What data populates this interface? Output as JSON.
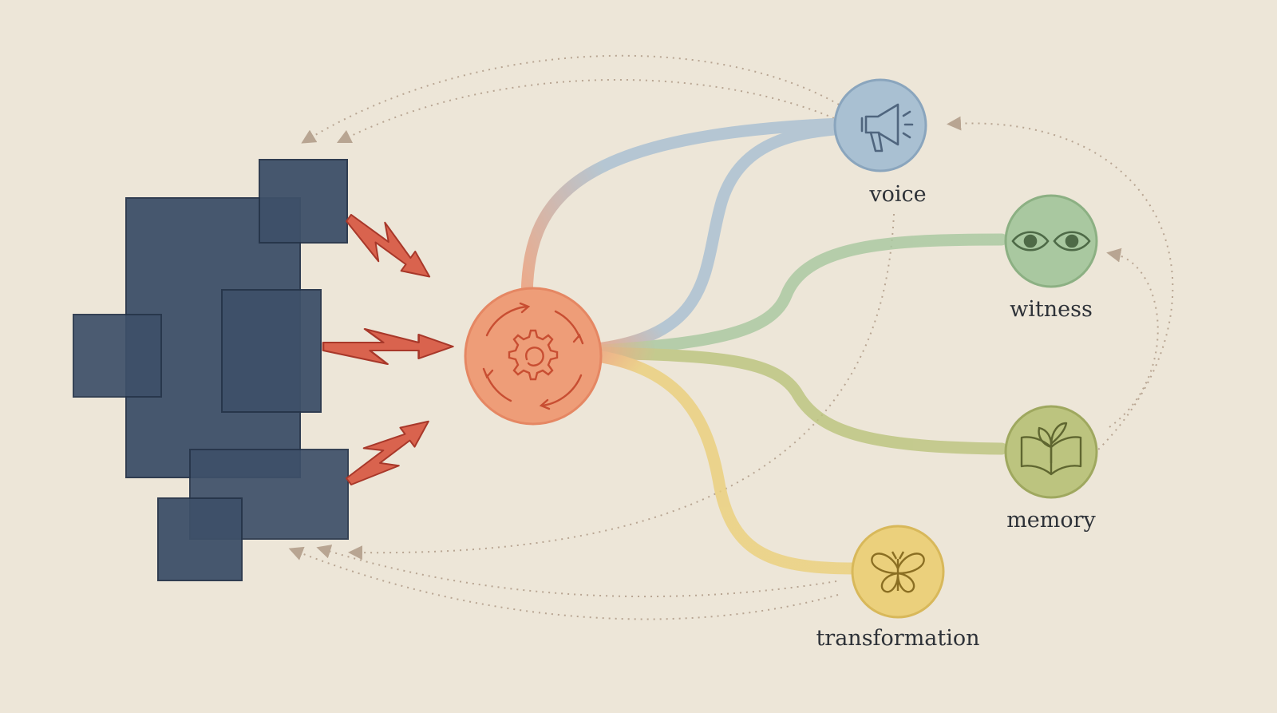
{
  "nodes": [
    {
      "id": "voice",
      "label": "voice",
      "icon": "megaphone-icon",
      "color": "#a9c0d2"
    },
    {
      "id": "witness",
      "label": "witness",
      "icon": "eyes-icon",
      "color": "#a9c8a0"
    },
    {
      "id": "memory",
      "label": "memory",
      "icon": "open-book-sprout-icon",
      "color": "#bcc47f"
    },
    {
      "id": "transformation",
      "label": "transformation",
      "icon": "butterfly-icon",
      "color": "#ebd07c"
    }
  ],
  "hub": {
    "icon": "gear-cycle-icon",
    "color": "#ee9d78"
  },
  "colors": {
    "background": "#ede6d8",
    "blocks": "#3e5069",
    "arrows": "#d45a45",
    "feedback": "#b8a592"
  }
}
